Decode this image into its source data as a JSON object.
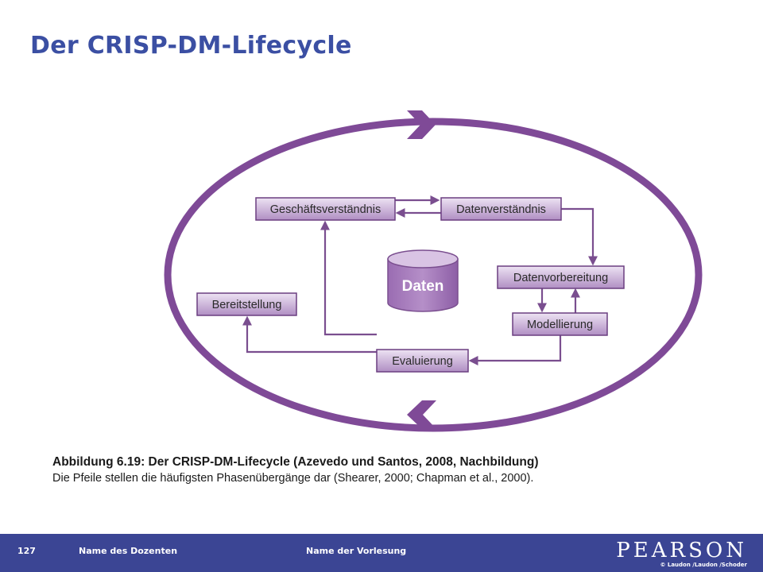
{
  "slide": {
    "title": "Der CRISP-DM-Lifecycle"
  },
  "diagram": {
    "nodes": {
      "geschaeftsverstaendnis": "Geschäftsverständnis",
      "datenverstaendnis": "Datenverständnis",
      "datenvorbereitung": "Datenvorbereitung",
      "modellierung": "Modellierung",
      "evaluierung": "Evaluierung",
      "bereitstellung": "Bereitstellung",
      "daten": "Daten"
    },
    "colors": {
      "ring": "#7f4a97",
      "arrow": "#7a4e8f",
      "box_top": "#e6d8ee",
      "box_bottom": "#b493c6",
      "box_border": "#6b3f80",
      "cylinder": "#a67bbb"
    }
  },
  "caption": {
    "title": "Abbildung 6.19: Der CRISP-DM-Lifecycle (Azevedo und Santos, 2008, Nachbildung)",
    "text": "Die Pfeile stellen die häufigsten Phasenübergänge dar (Shearer, 2000; Chapman et al., 2000)."
  },
  "footer": {
    "page_number": "127",
    "lecturer": "Name des Dozenten",
    "lecture": "Name der Vorlesung",
    "publisher": "PEARSON",
    "credit": "© Laudon /Laudon /Schoder"
  }
}
